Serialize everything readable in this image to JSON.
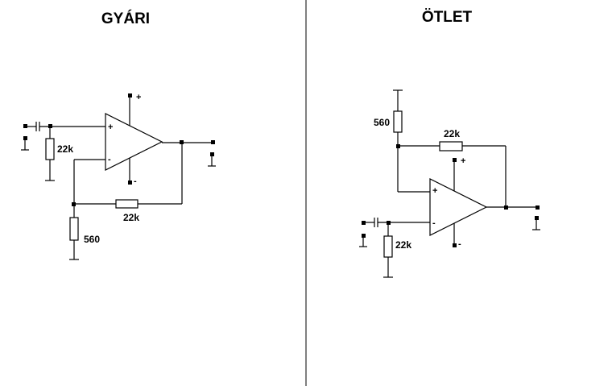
{
  "left": {
    "title": "GYÁRI",
    "resistor_input": "22k",
    "resistor_feedback": "22k",
    "resistor_ground": "560",
    "opamp_plus": "+",
    "opamp_minus": "-",
    "supply_plus": "+",
    "supply_minus": "-"
  },
  "right": {
    "title": "ÖTLET",
    "resistor_top": "560",
    "resistor_feedback": "22k",
    "resistor_input": "22k",
    "opamp_plus": "+",
    "opamp_minus": "-",
    "supply_plus": "+",
    "supply_minus": "-"
  }
}
